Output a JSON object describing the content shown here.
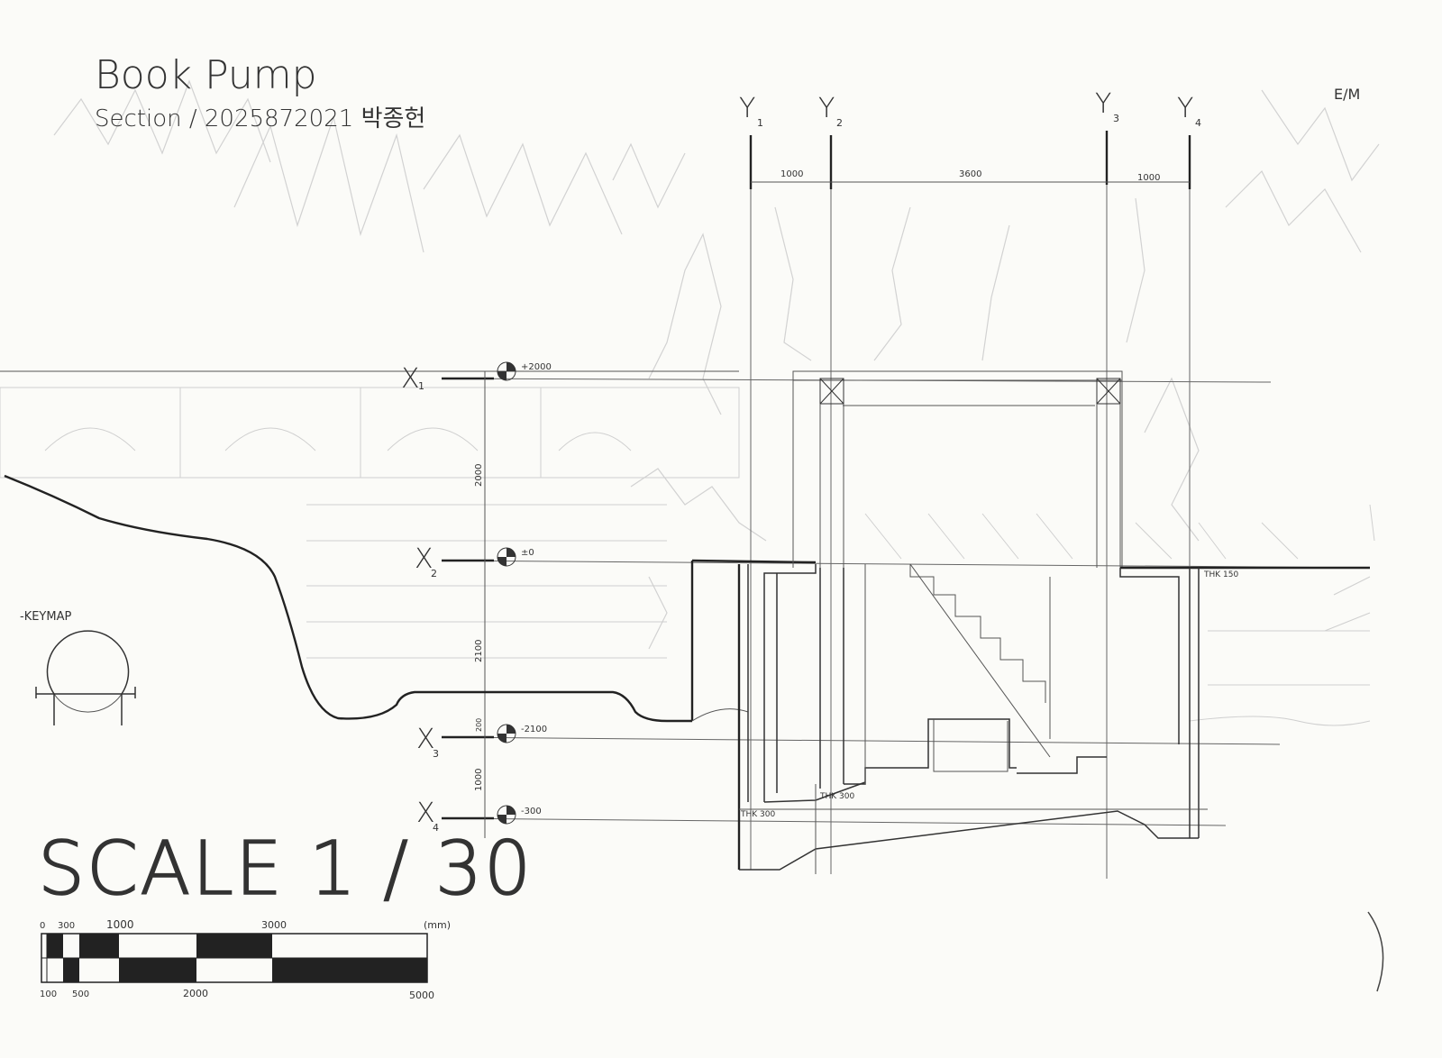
{
  "title": "Book Pump",
  "subtitle": "Section / 2025872021 박종헌",
  "scale_text": "SCALE 1 / 30",
  "keymap_label": "-KEYMAP",
  "corner_mark": "E/M",
  "grid_y": [
    {
      "label": "Y",
      "sub": "1"
    },
    {
      "label": "Y",
      "sub": "2"
    },
    {
      "label": "Y",
      "sub": "3"
    },
    {
      "label": "Y",
      "sub": "4"
    }
  ],
  "grid_x": [
    {
      "label": "X",
      "sub": "1",
      "level": "+2000"
    },
    {
      "label": "X",
      "sub": "2",
      "level": "±0"
    },
    {
      "label": "X",
      "sub": "3",
      "level": "-2100"
    },
    {
      "label": "X",
      "sub": "4",
      "level": "-300"
    }
  ],
  "dims_top": [
    "1000",
    "3600",
    "1000"
  ],
  "dims_vertical": [
    "2000",
    "2100",
    "200",
    "1000"
  ],
  "thk_labels": [
    "THK 150",
    "THK 300",
    "THK 300"
  ],
  "scalebar": {
    "unit": "(mm)",
    "top_labels": [
      "0",
      "300",
      "1000",
      "3000"
    ],
    "bottom_labels": [
      "100",
      "500",
      "2000",
      "5000"
    ]
  },
  "colors": {
    "line": "#222222",
    "faint": "#cfcfcf",
    "paper": "#fbfbf8"
  }
}
